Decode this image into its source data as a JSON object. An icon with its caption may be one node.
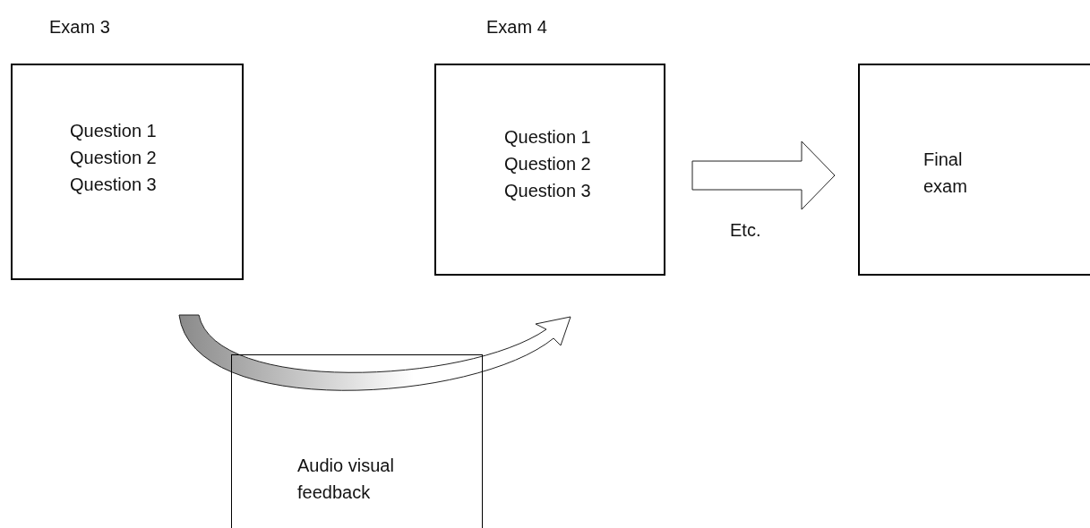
{
  "diagram": {
    "nodes": [
      {
        "text": [
          "Exam 3",
          "Question 1",
          "Question 2",
          "Question 3"
        ]
      },
      {
        "text": [
          "Exam 4",
          "Question 1",
          "Question 2",
          "Question 3"
        ]
      },
      {
        "text": [
          "Final exam"
        ]
      },
      {
        "text": [
          "Audio visual feedback"
        ]
      }
    ],
    "edges": [
      {
        "from": 0,
        "to": 1,
        "arrow": "to"
      },
      {
        "from": 1,
        "to": 2,
        "arrow": "to",
        "label": "Etc."
      }
    ]
  }
}
